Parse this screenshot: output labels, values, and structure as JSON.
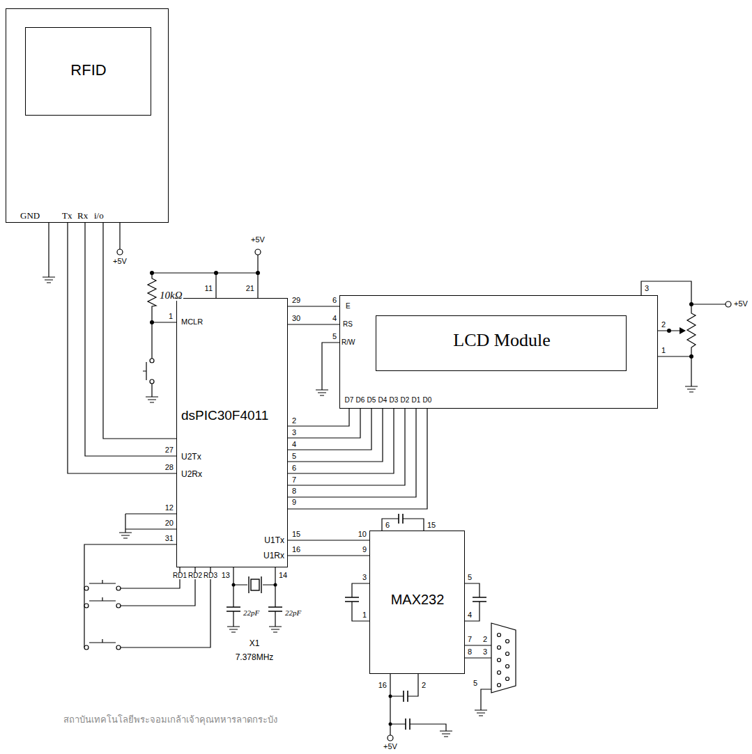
{
  "diagram": {
    "nodes": [
      {
        "text": [
          "GND",
          "Tx",
          "Rx",
          "i/o"
        ]
      },
      {
        "text": [
          "RFID"
        ],
        "in": 0
      },
      {
        "text": [
          "MCLR",
          "dsPIC30F4011",
          "U2Tx",
          "U2Rx",
          "U1Tx",
          "U1Rx"
        ]
      },
      {
        "text": [
          "E",
          "RS",
          "R/W",
          "D7",
          "D6",
          "D5",
          "D4",
          "D3",
          "D2",
          "D1",
          "D0"
        ]
      },
      {
        "text": [
          "LCD Module"
        ],
        "in": 3
      },
      {
        "text": [
          "MAX232"
        ]
      }
    ],
    "edges": [
      {
        "from": 0,
        "to": 2,
        "arrow": "none"
      },
      {
        "from": 0,
        "to": 2,
        "arrow": "none"
      },
      {
        "from": 0,
        "to": 2,
        "arrow": "none"
      },
      {
        "from": 2,
        "to": 3,
        "arrow": "none"
      },
      {
        "from": 2,
        "to": 3,
        "arrow": "none"
      },
      {
        "from": 2,
        "to": 3,
        "arrow": "none"
      },
      {
        "from": 2,
        "to": 3,
        "arrow": "none"
      },
      {
        "from": 2,
        "to": 3,
        "arrow": "none"
      },
      {
        "from": 2,
        "to": 3,
        "arrow": "none"
      },
      {
        "from": 2,
        "to": 3,
        "arrow": "none"
      },
      {
        "from": 2,
        "to": 3,
        "arrow": "none"
      },
      {
        "from": 2,
        "to": 3,
        "arrow": "none"
      },
      {
        "from": 2,
        "to": 3,
        "arrow": "none"
      },
      {
        "from": 2,
        "to": 5,
        "arrow": "none"
      },
      {
        "from": 2,
        "to": 5,
        "arrow": "none"
      }
    ],
    "labels": [
      "+5V",
      "10kΩ",
      "11",
      "21",
      "+5V",
      "1",
      "29",
      "30",
      "6",
      "4",
      "5",
      "3",
      "2",
      "1",
      "+5V",
      "2",
      "3",
      "4",
      "5",
      "6",
      "7",
      "8",
      "9",
      "27",
      "28",
      "12",
      "20",
      "31",
      "15",
      "16",
      "6",
      "15",
      "10",
      "9",
      "3",
      "5",
      "1",
      "4",
      "7",
      "8",
      "2",
      "3",
      "5",
      "RD1",
      "RD2",
      "RD3",
      "13",
      "14",
      "22pF",
      "22pF",
      "X1",
      "7.378MHz",
      "16",
      "2",
      "+5V",
      "สถาบันเทคโนโลยีพระจอมเกล้าเจ้าคุณทหารลาดกระบัง"
    ]
  }
}
